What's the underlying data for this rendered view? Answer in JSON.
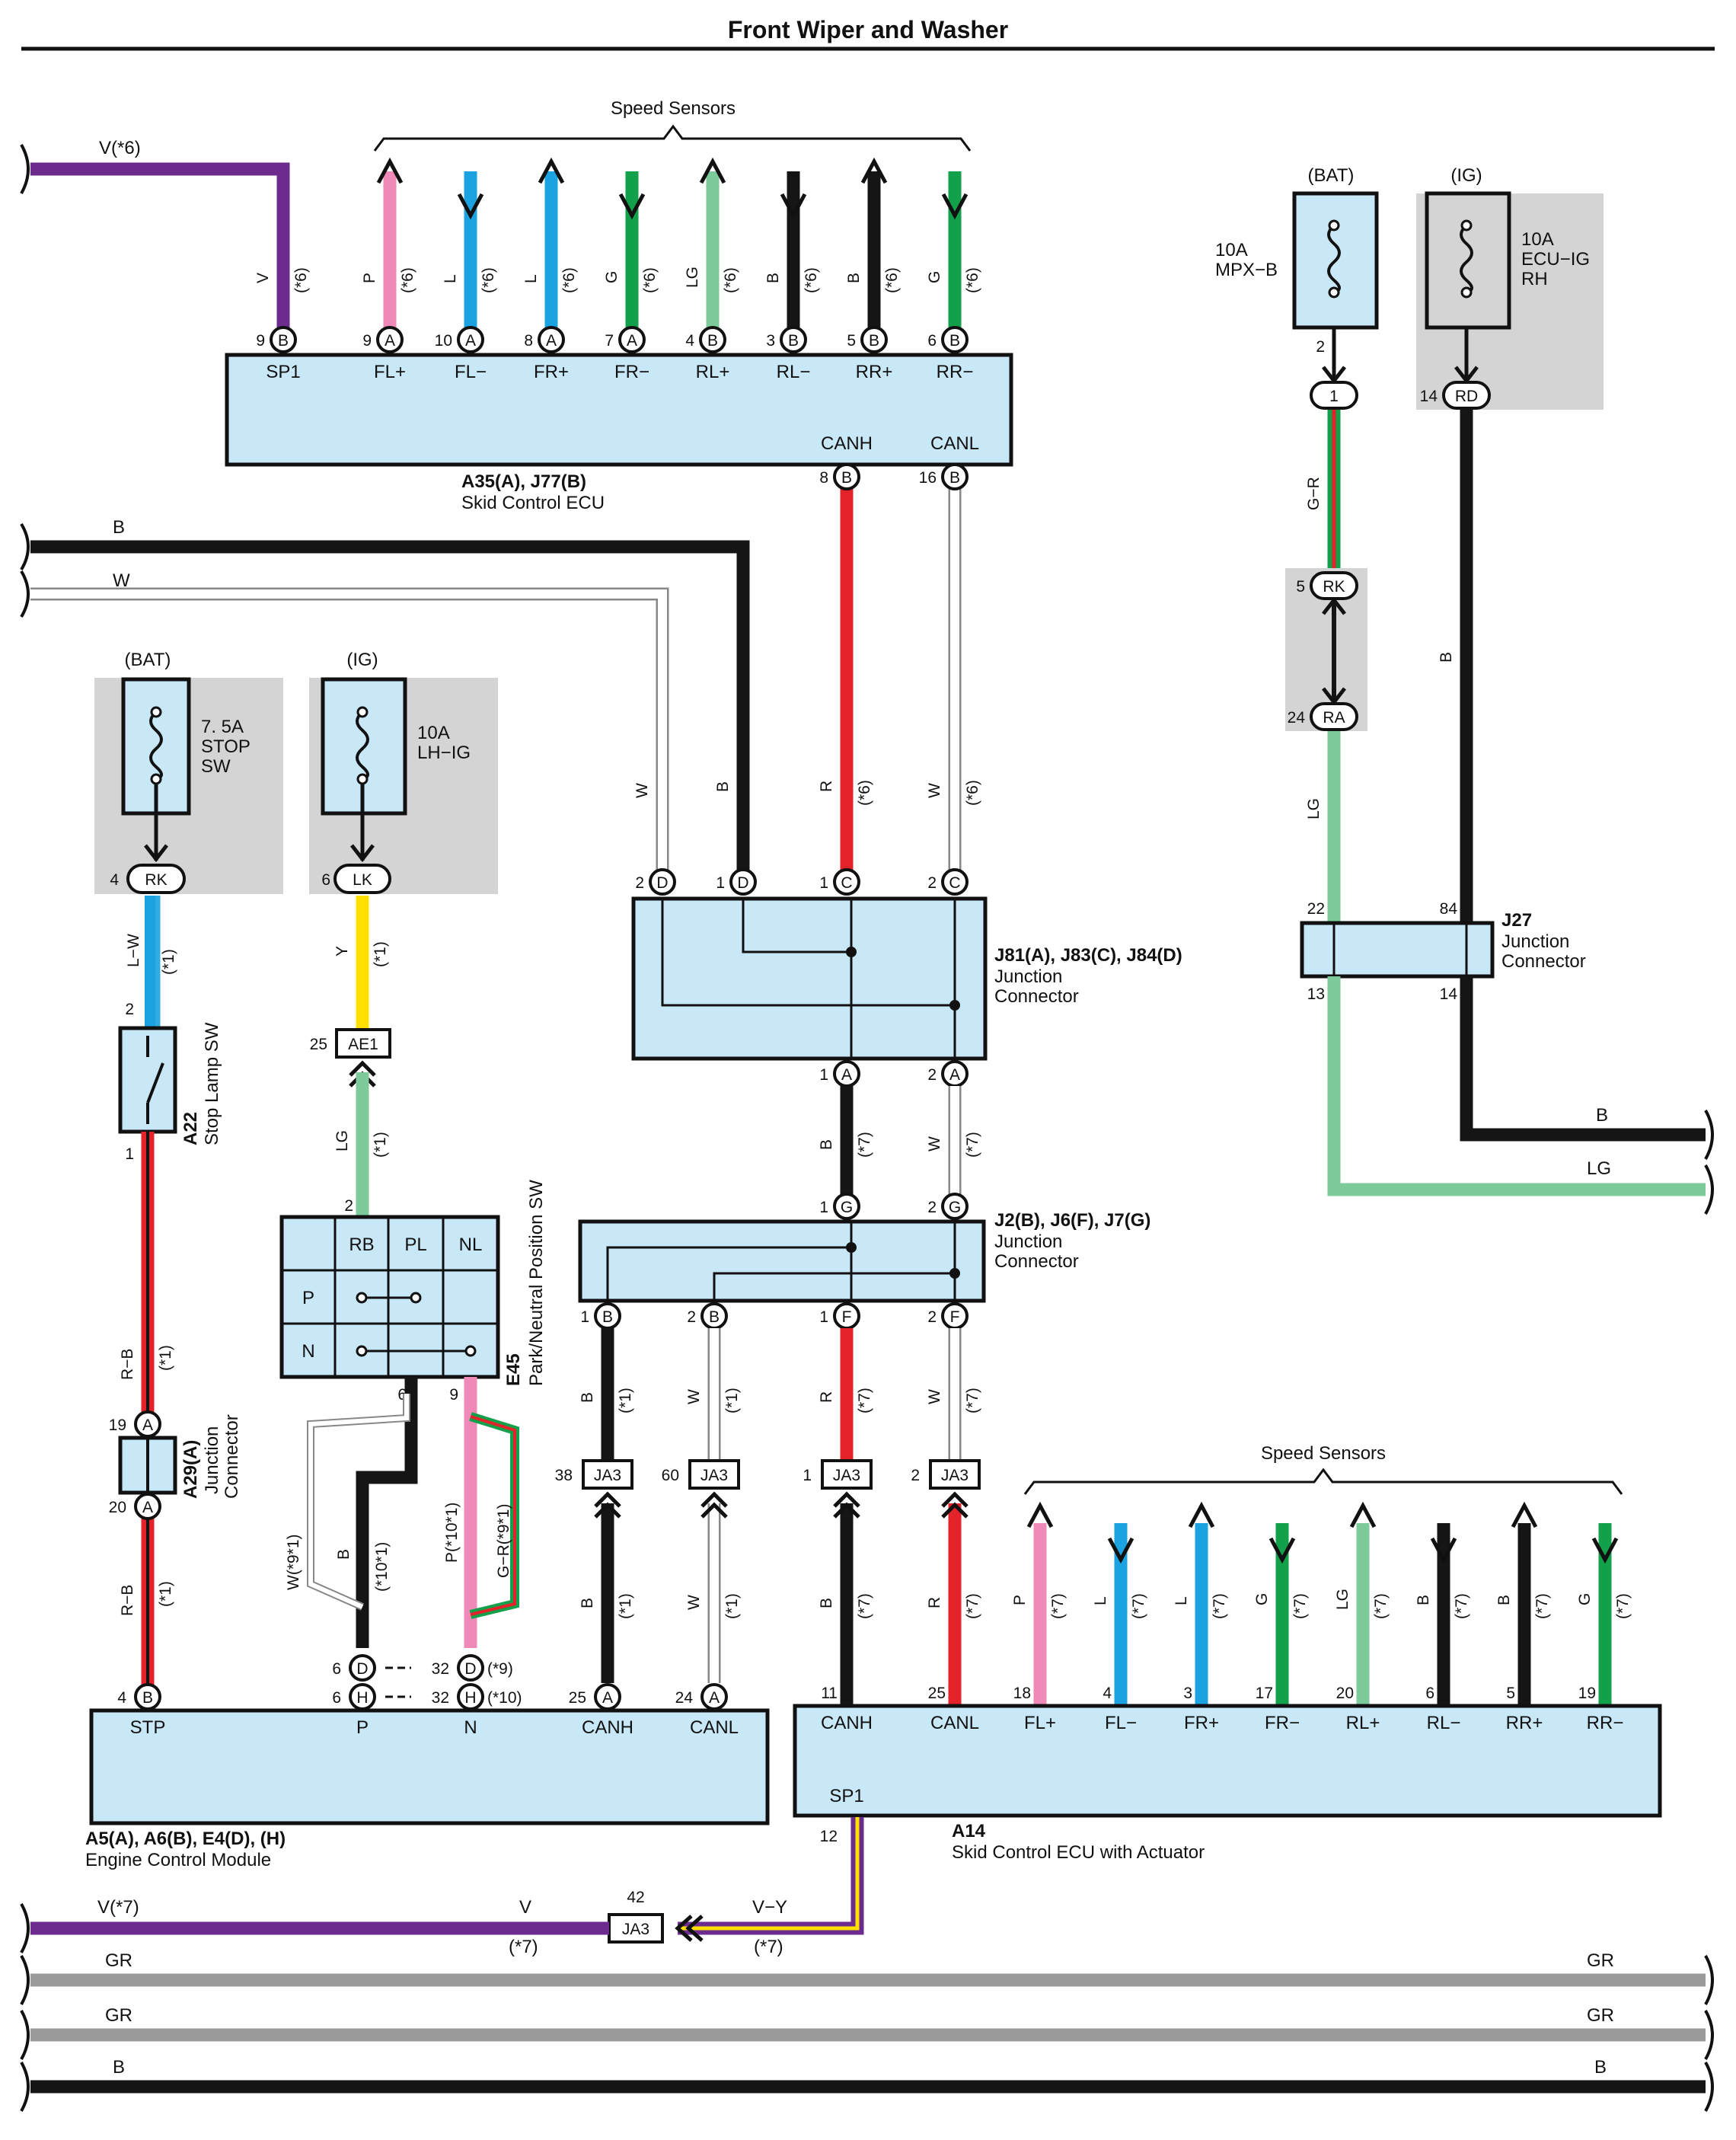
{
  "title": "Front Wiper and Washer",
  "colors": {
    "V": "#6d2b8e",
    "B": "#151515",
    "W": "#ffffff",
    "R": "#e3222a",
    "P": "#ef8ab8",
    "L": "#1aa3e0",
    "G": "#12a04a",
    "LG": "#7dcb9a",
    "Y": "#ffe000",
    "GR": "#9a9a9a",
    "box": "#c8e8f7",
    "gray_bg": "#d4d4d4"
  },
  "speed_sensors_top": "Speed Sensors",
  "speed_sensors_bottom": "Speed Sensors",
  "skid_ecu_top": {
    "name": "A35(A), J77(B)",
    "desc": "Skid Control ECU",
    "terminals": [
      "SP1",
      "FL+",
      "FL−",
      "FR+",
      "FR−",
      "RL+",
      "RL−",
      "RR+",
      "RR−"
    ],
    "pin_numbers": [
      "9",
      "9",
      "10",
      "8",
      "7",
      "4",
      "3",
      "5",
      "6"
    ],
    "pin_letters": [
      "B",
      "A",
      "A",
      "A",
      "A",
      "B",
      "B",
      "B",
      "B"
    ],
    "wire_colors": [
      "V",
      "P",
      "L",
      "L",
      "G",
      "LG",
      "B",
      "B",
      "G"
    ],
    "wire_notes": [
      "(*6)",
      "(*6)",
      "(*6)",
      "(*6)",
      "(*6)",
      "(*6)",
      "(*6)",
      "(*6)",
      "(*6)"
    ],
    "can_terms": [
      "CANH",
      "CANL"
    ],
    "can_pins": [
      "8",
      "16"
    ],
    "can_letters": [
      "B",
      "B"
    ]
  },
  "v_wire": "V(*6)",
  "bus_b_top": "B",
  "bus_w_top": "W",
  "fuse_stop": {
    "source": "(BAT)",
    "line1": "7. 5A",
    "line2": "STOP",
    "line3": "SW",
    "pin": "4",
    "conn": "RK"
  },
  "fuse_lhig": {
    "source": "(IG)",
    "line1": "10A",
    "line2": "LH−IG",
    "pin": "6",
    "conn": "LK"
  },
  "fuse_mpxb": {
    "source": "(BAT)",
    "line1": "10A",
    "line2": "MPX−B",
    "pin": "2",
    "conn": "1"
  },
  "fuse_ecuig": {
    "source": "(IG)",
    "line1": "10A",
    "line2": "ECU−IG",
    "line3": "RH",
    "pin": "14",
    "conn": "RD"
  },
  "j81": {
    "name": "J81(A), J83(C), J84(D)",
    "desc1": "Junction",
    "desc2": "Connector",
    "top_pins": [
      "2",
      "1",
      "1",
      "2"
    ],
    "top_letters": [
      "D",
      "D",
      "C",
      "C"
    ],
    "bottom_pins": [
      "1",
      "2"
    ],
    "bottom_letters": [
      "A",
      "A"
    ]
  },
  "j2": {
    "name": "J2(B), J6(F), J7(G)",
    "desc1": "Junction",
    "desc2": "Connector",
    "top_pins": [
      "1",
      "2"
    ],
    "top_letters": [
      "G",
      "G"
    ],
    "bottom_pins": [
      "1",
      "2",
      "1",
      "2"
    ],
    "bottom_letters": [
      "B",
      "B",
      "F",
      "F"
    ]
  },
  "j27": {
    "name": "J27",
    "desc1": "Junction",
    "desc2": "Connector",
    "pins": [
      "22",
      "84",
      "13",
      "14"
    ]
  },
  "rk_ra": {
    "pin1": "5",
    "conn1": "RK",
    "pin2": "24",
    "conn2": "RA"
  },
  "stop_sw": {
    "name": "A22",
    "desc": "Stop Lamp SW",
    "pin_top": "2",
    "pin_bottom": "1"
  },
  "a29": {
    "name": "A29(A)",
    "desc1": "Junction",
    "desc2": "Connector",
    "pin1": "19",
    "pin2": "20"
  },
  "ae1": {
    "pin": "25",
    "conn": "AE1"
  },
  "e45": {
    "name": "E45",
    "desc": "Park/Neutral Position SW",
    "cols": [
      "RB",
      "PL",
      "NL"
    ],
    "rows": [
      "P",
      "N"
    ],
    "pin_top": "2",
    "pin_6": "6",
    "pin_9": "9"
  },
  "ja3": {
    "conn": "JA3",
    "pins": [
      "38",
      "60",
      "1",
      "2"
    ],
    "pin_bottom": "42"
  },
  "ecm": {
    "name": "A5(A), A6(B), E4(D), (H)",
    "desc": "Engine Control Module",
    "terms": [
      "STP",
      "P",
      "N",
      "CANH",
      "CANL"
    ],
    "stp_pin": "4",
    "stp_letter": "B",
    "p_pins": [
      "6",
      "6"
    ],
    "p_letters": [
      "D",
      "H"
    ],
    "n_pins": [
      "32",
      "32"
    ],
    "n_letters": [
      "D",
      "H"
    ],
    "n_notes": [
      "(*9)",
      "(*10)"
    ],
    "can_pins": [
      "25",
      "24"
    ],
    "can_letters": [
      "A",
      "A"
    ]
  },
  "a14": {
    "name": "A14",
    "desc": "Skid Control ECU with Actuator",
    "terms": [
      "CANH",
      "CANL",
      "FL+",
      "FL−",
      "FR+",
      "FR−",
      "RL+",
      "RL−",
      "RR+",
      "RR−"
    ],
    "pins": [
      "11",
      "25",
      "18",
      "4",
      "3",
      "17",
      "20",
      "6",
      "5",
      "19"
    ],
    "wire_colors": [
      "B",
      "R",
      "P",
      "L",
      "L",
      "G",
      "LG",
      "B",
      "B",
      "G"
    ],
    "sp1": "SP1",
    "sp1_pin": "12"
  },
  "bottom_wires": {
    "v_left": "V(*7)",
    "v_mid": "V",
    "v_mid_note": "(*7)",
    "vy": "V−Y",
    "vy_note": "(*7)",
    "gr1": "GR",
    "gr2": "GR",
    "b": "B"
  },
  "right_bus": {
    "b": "B",
    "lg": "LG"
  },
  "wire_labels": {
    "lw": "L−W",
    "y": "Y",
    "lg": "LG",
    "rb": "R−B",
    "gr": "G−R",
    "b": "B",
    "w": "W",
    "r": "R",
    "w9": "W(*9*1)",
    "p10": "P(*10*1)",
    "gr9": "G−R(*9*1)",
    "n1": "(*1)",
    "n6": "(*6)",
    "n7": "(*7)",
    "n10": "(*10*1)"
  }
}
